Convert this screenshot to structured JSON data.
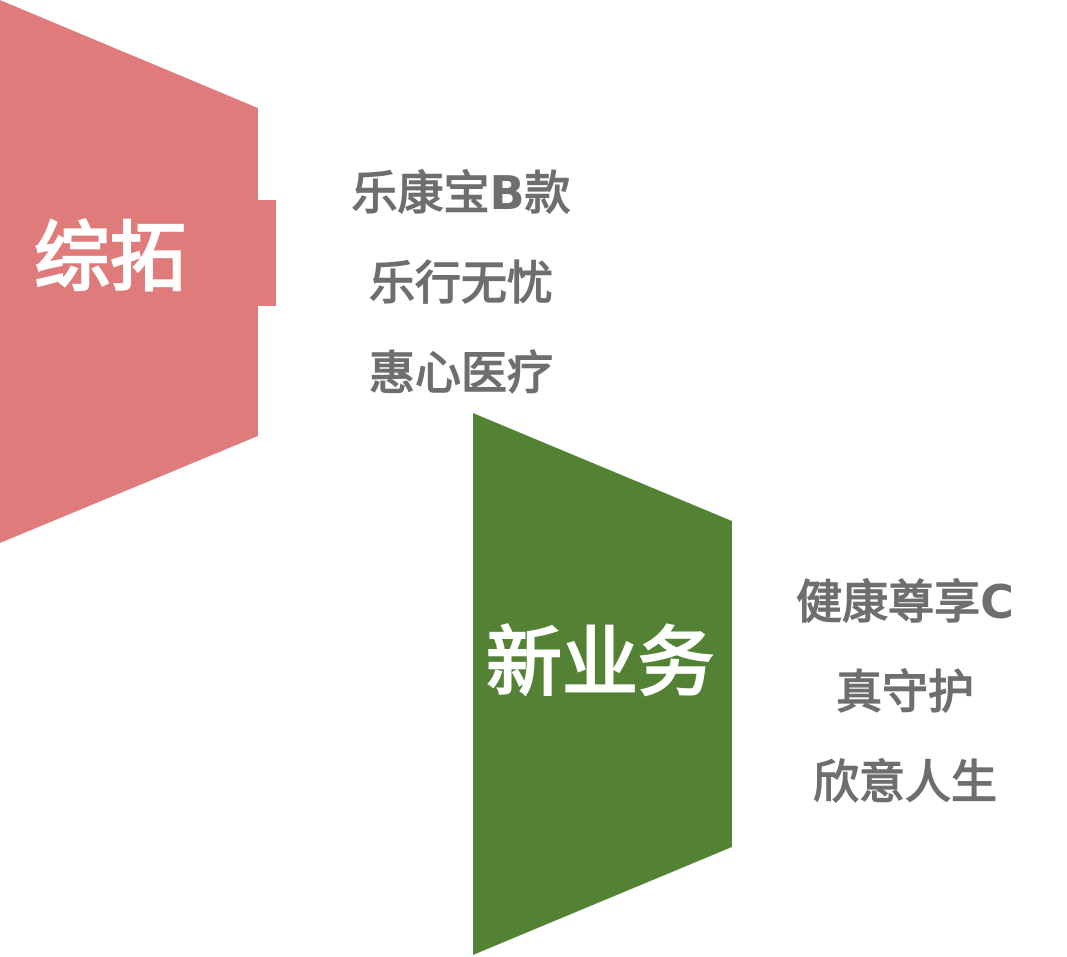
{
  "groups": [
    {
      "label": "综拓",
      "color": "#df7c7b",
      "items": [
        "乐康宝B款",
        "乐行无忧",
        "惠心医疗"
      ]
    },
    {
      "label": "新业务",
      "color": "#548235",
      "items": [
        "健康尊享C",
        "真守护",
        "欣意人生"
      ]
    }
  ]
}
